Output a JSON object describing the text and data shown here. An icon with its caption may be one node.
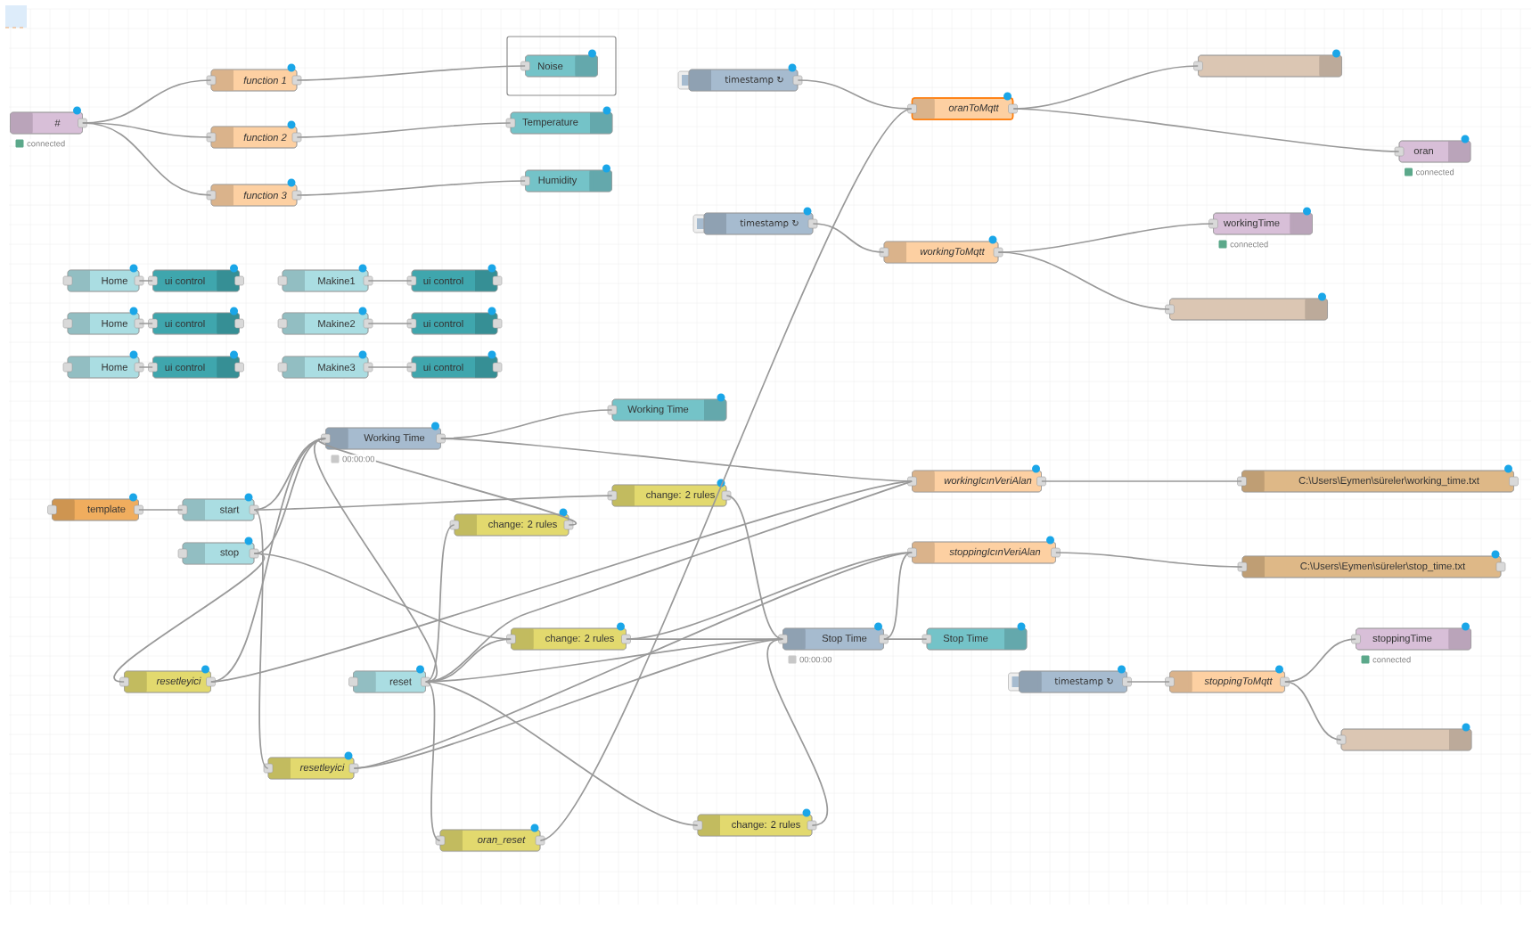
{
  "diagram": {
    "nodes": [
      {
        "text": [
          "#"
        ],
        "beside": [
          "connected"
        ]
      },
      {
        "text": [
          "function 1"
        ]
      },
      {
        "text": [
          "function 2"
        ]
      },
      {
        "text": [
          "function 3"
        ]
      },
      {
        "text": [],
        "shape": "box"
      },
      {
        "text": [
          "Noise"
        ],
        "in": 4
      },
      {
        "text": [
          "Temperature"
        ]
      },
      {
        "text": [
          "Humidity"
        ]
      },
      {
        "text": [
          "timestamp ↻"
        ]
      },
      {
        "text": [
          "oranToMqtt"
        ]
      },
      {
        "text": [],
        "shape": "box"
      },
      {
        "text": [
          "oran"
        ],
        "beside": [
          "connected"
        ]
      },
      {
        "text": [
          "timestamp ↻"
        ]
      },
      {
        "text": [
          "workingToMqtt"
        ]
      },
      {
        "text": [
          "workingTime"
        ],
        "beside": [
          "connected"
        ]
      },
      {
        "text": [],
        "shape": "box"
      },
      {
        "text": [
          "Home"
        ]
      },
      {
        "text": [
          "ui control"
        ]
      },
      {
        "text": [
          "Makine1"
        ]
      },
      {
        "text": [
          "ui control"
        ]
      },
      {
        "text": [
          "Home"
        ]
      },
      {
        "text": [
          "ui control"
        ]
      },
      {
        "text": [
          "Makine2"
        ]
      },
      {
        "text": [
          "ui control"
        ]
      },
      {
        "text": [
          "Home"
        ]
      },
      {
        "text": [
          "ui control"
        ]
      },
      {
        "text": [
          "Makine3"
        ]
      },
      {
        "text": [
          "ui control"
        ]
      },
      {
        "text": [
          "Working Time"
        ],
        "beside": [
          "00:00:00"
        ]
      },
      {
        "text": [
          "Working Time"
        ]
      },
      {
        "text": [
          "template"
        ]
      },
      {
        "text": [
          "start"
        ]
      },
      {
        "text": [
          "change: 2 rules"
        ]
      },
      {
        "text": [
          "change: 2 rules"
        ]
      },
      {
        "text": [
          "stop"
        ]
      },
      {
        "text": [
          "workingIcınVeriAlan"
        ]
      },
      {
        "text": [
          "C:\\Users\\Eymen\\süreler\\working_time.txt"
        ]
      },
      {
        "text": [
          "stoppingIcınVeriAlan"
        ]
      },
      {
        "text": [
          "C:\\Users\\Eymen\\süreler\\stop_time.txt"
        ]
      },
      {
        "text": [
          "change: 2 rules"
        ]
      },
      {
        "text": [
          "Stop Time"
        ],
        "beside": [
          "00:00:00"
        ]
      },
      {
        "text": [
          "Stop Time"
        ]
      },
      {
        "text": [
          "stoppingTime"
        ],
        "beside": [
          "connected"
        ]
      },
      {
        "text": [
          "resetleyici"
        ]
      },
      {
        "text": [
          "reset"
        ]
      },
      {
        "text": [
          "timestamp ↻"
        ]
      },
      {
        "text": [
          "stoppingToMqtt"
        ]
      },
      {
        "text": [
          "resetleyici"
        ]
      },
      {
        "text": [],
        "shape": "box"
      },
      {
        "text": [
          "change: 2 rules"
        ]
      },
      {
        "text": [
          "oran_reset"
        ]
      }
    ],
    "edges": [
      {
        "from": 0,
        "to": 1,
        "arrow": "none"
      },
      {
        "from": 0,
        "to": 2,
        "arrow": "none"
      },
      {
        "from": 0,
        "to": 3,
        "arrow": "none"
      },
      {
        "from": 1,
        "to": 5,
        "arrow": "none"
      },
      {
        "from": 2,
        "to": 6,
        "arrow": "none"
      },
      {
        "from": 3,
        "to": 7,
        "arrow": "none"
      },
      {
        "from": 8,
        "to": 9,
        "arrow": "none"
      },
      {
        "from": 9,
        "to": 10,
        "arrow": "none"
      },
      {
        "from": 9,
        "to": 11,
        "arrow": "none"
      },
      {
        "from": 12,
        "to": 13,
        "arrow": "none"
      },
      {
        "from": 13,
        "to": 14,
        "arrow": "none"
      },
      {
        "from": 13,
        "to": 15,
        "arrow": "none"
      },
      {
        "from": 16,
        "to": 17,
        "arrow": "none"
      },
      {
        "from": 18,
        "to": 19,
        "arrow": "none"
      },
      {
        "from": 20,
        "to": 21,
        "arrow": "none"
      },
      {
        "from": 22,
        "to": 23,
        "arrow": "none"
      },
      {
        "from": 24,
        "to": 25,
        "arrow": "none"
      },
      {
        "from": 26,
        "to": 27,
        "arrow": "none"
      },
      {
        "from": 30,
        "to": 31,
        "arrow": "none"
      },
      {
        "from": 31,
        "to": 28,
        "arrow": "none"
      },
      {
        "from": 31,
        "to": 32,
        "arrow": "none"
      },
      {
        "from": 31,
        "to": 47,
        "arrow": "none"
      },
      {
        "from": 34,
        "to": 28,
        "arrow": "none"
      },
      {
        "from": 34,
        "to": 43,
        "arrow": "none"
      },
      {
        "from": 34,
        "to": 39,
        "arrow": "none"
      },
      {
        "from": 43,
        "to": 28,
        "arrow": "none"
      },
      {
        "from": 43,
        "to": 35,
        "arrow": "none"
      },
      {
        "from": 47,
        "to": 40,
        "arrow": "none"
      },
      {
        "from": 47,
        "to": 37,
        "arrow": "none"
      },
      {
        "from": 44,
        "to": 28,
        "arrow": "none"
      },
      {
        "from": 44,
        "to": 33,
        "arrow": "none"
      },
      {
        "from": 44,
        "to": 39,
        "arrow": "none"
      },
      {
        "from": 44,
        "to": 40,
        "arrow": "none"
      },
      {
        "from": 44,
        "to": 35,
        "arrow": "none"
      },
      {
        "from": 44,
        "to": 50,
        "arrow": "none"
      },
      {
        "from": 44,
        "to": 49,
        "arrow": "none"
      },
      {
        "from": 33,
        "to": 28,
        "arrow": "none"
      },
      {
        "from": 32,
        "to": 40,
        "arrow": "none"
      },
      {
        "from": 39,
        "to": 40,
        "arrow": "none"
      },
      {
        "from": 39,
        "to": 37,
        "arrow": "none"
      },
      {
        "from": 49,
        "to": 40,
        "arrow": "none"
      },
      {
        "from": 50,
        "to": 9,
        "arrow": "none"
      },
      {
        "from": 28,
        "to": 29,
        "arrow": "none"
      },
      {
        "from": 28,
        "to": 35,
        "arrow": "none"
      },
      {
        "from": 40,
        "to": 41,
        "arrow": "none"
      },
      {
        "from": 40,
        "to": 37,
        "arrow": "none"
      },
      {
        "from": 35,
        "to": 36,
        "arrow": "none"
      },
      {
        "from": 37,
        "to": 38,
        "arrow": "none"
      },
      {
        "from": 45,
        "to": 46,
        "arrow": "none"
      },
      {
        "from": 46,
        "to": 42,
        "arrow": "none"
      },
      {
        "from": 46,
        "to": 48,
        "arrow": "none"
      }
    ]
  }
}
